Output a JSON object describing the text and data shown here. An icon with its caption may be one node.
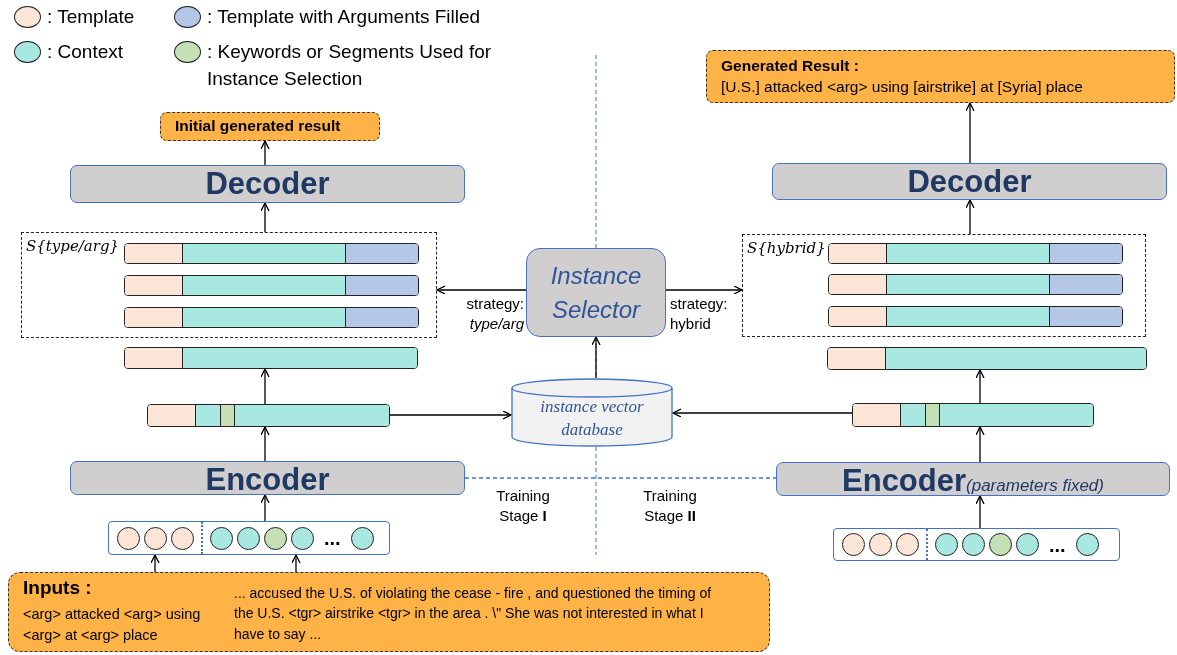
{
  "diagram": {
    "nodes": [
      {
        "text": [
          "Initial generated result"
        ]
      },
      {
        "text": [
          "Generated Result :",
          "[U.S.] attacked <arg> using [airstrike] at [Syria] place"
        ]
      },
      {
        "text": [
          "Decoder"
        ]
      },
      {
        "text": [
          "Decoder"
        ]
      },
      {
        "text": [
          "S{type/arg}"
        ]
      },
      {
        "text": [],
        "shape": "bar",
        "in": 4
      },
      {
        "text": [],
        "shape": "bar",
        "in": 4
      },
      {
        "text": [],
        "shape": "bar",
        "in": 4
      },
      {
        "text": [
          "Instance Selector"
        ]
      },
      {
        "text": [
          "S{hybrid}"
        ]
      },
      {
        "text": [],
        "shape": "bar",
        "in": 9
      },
      {
        "text": [],
        "shape": "bar",
        "in": 9
      },
      {
        "text": [],
        "shape": "bar",
        "in": 9
      },
      {
        "text": [],
        "shape": "bar"
      },
      {
        "text": [],
        "shape": "bar"
      },
      {
        "text": [],
        "shape": "bar"
      },
      {
        "text": [
          "instance vector database"
        ]
      },
      {
        "text": [],
        "shape": "bar"
      },
      {
        "text": [
          "Encoder"
        ]
      },
      {
        "text": [
          "Encoder",
          "(parameters fixed)"
        ]
      },
      {
        "text": [],
        "shape": "box"
      },
      {
        "text": [],
        "shape": "box"
      },
      {
        "text": [
          "Inputs :",
          "<arg> attacked <arg> using <arg> at <arg> place",
          "... accused the U.S. of violating the cease - fire , and questioned the timing of the U.S. <tgr> airstrike <tgr> in the area . \\\" She was not interested in what I have to say ..."
        ]
      }
    ],
    "edges": [
      {
        "from": 2,
        "to": 0,
        "arrow": "to"
      },
      {
        "from": 3,
        "to": 1,
        "arrow": "to"
      },
      {
        "from": 4,
        "to": 2,
        "arrow": "to"
      },
      {
        "from": 9,
        "to": 3,
        "arrow": "to"
      },
      {
        "from": 8,
        "to": 4,
        "arrow": "to",
        "label": "strategy: *type/arg*"
      },
      {
        "from": 8,
        "to": 9,
        "arrow": "to",
        "label": "strategy: hybrid"
      },
      {
        "from": 15,
        "to": 13,
        "arrow": "to"
      },
      {
        "from": 17,
        "to": 14,
        "arrow": "to"
      },
      {
        "from": 18,
        "to": 15,
        "arrow": "to"
      },
      {
        "from": 19,
        "to": 17,
        "arrow": "to"
      },
      {
        "from": 15,
        "to": 16,
        "arrow": "to"
      },
      {
        "from": 17,
        "to": 16,
        "arrow": "to"
      },
      {
        "from": 16,
        "to": 8,
        "arrow": "to"
      },
      {
        "from": 20,
        "to": 18,
        "arrow": "to"
      },
      {
        "from": 21,
        "to": 19,
        "arrow": "to"
      },
      {
        "from": 22,
        "to": 20,
        "arrow": "to"
      },
      {
        "from": 22,
        "to": 20,
        "arrow": "to"
      },
      {
        "from": 18,
        "to": 19,
        "arrow": "none",
        "style": "dashed",
        "color": "#4472c4"
      }
    ],
    "labels": [
      "Training Stage **I**",
      "Training Stage **II**",
      "...",
      "..."
    ],
    "legend": [
      {
        "text": ": Template",
        "color": "#fbe5d6"
      },
      {
        "text": ": Template with Arguments Filled",
        "color": "#b4c7e7"
      },
      {
        "text": ": Context",
        "color": "#a9e8e1"
      },
      {
        "text": ": Keywords or Segments Used for Instance Selection",
        "color": "#c5e0b4"
      }
    ]
  }
}
